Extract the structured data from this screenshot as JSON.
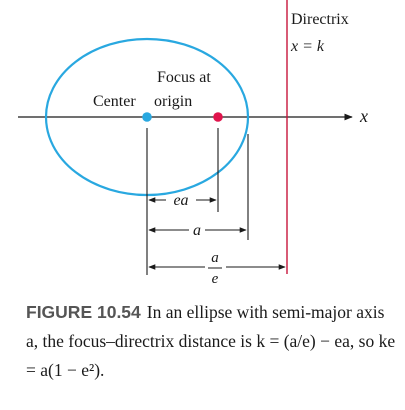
{
  "diagram": {
    "directrix_label": "Directrix",
    "directrix_equation": "x = k",
    "focus_label_line1": "Focus at",
    "focus_label_line2": "origin",
    "center_label": "Center",
    "axis_label": "x",
    "dim_ea": "ea",
    "dim_a": "a",
    "dim_a_over_e_num": "a",
    "dim_a_over_e_den": "e",
    "colors": {
      "ellipse": "#29a8e0",
      "center_point": "#29a8e0",
      "focus_point": "#e0144c",
      "directrix": "#c8163c"
    }
  },
  "caption": {
    "label": "FIGURE 10.54",
    "text": "In an ellipse with semi-major axis a, the focus–directrix distance is k = (a/e) − ea, so ke = a(1 − e²)."
  }
}
